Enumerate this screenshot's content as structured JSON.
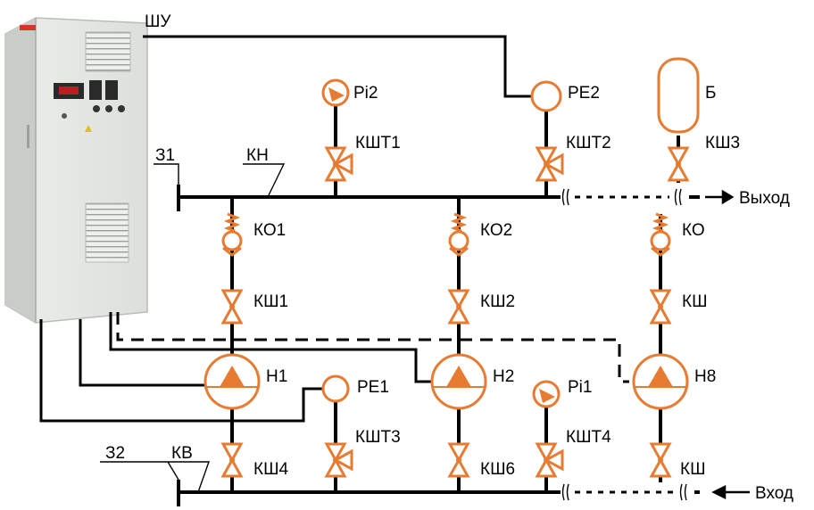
{
  "labels": {
    "shu": "ШУ",
    "z1": "З1",
    "kn": "КН",
    "z2": "З2",
    "kv": "КВ",
    "vyhod": "Выход",
    "vhod": "Вход",
    "pi2": "Pi2",
    "pi1": "Pi1",
    "re2": "РЕ2",
    "re1": "РЕ1",
    "b": "Б",
    "ksht1": "КШТ1",
    "ksht2": "КШТ2",
    "ksht3": "КШТ3",
    "ksht4": "КШТ4",
    "ksh3": "КШ3",
    "ko1": "КО1",
    "ko2": "КО2",
    "ko": "КО",
    "ksh1": "КШ1",
    "ksh2": "КШ2",
    "ksh": "КШ",
    "ksh4": "КШ4",
    "ksh6": "КШ6",
    "ksh_bottom": "КШ",
    "h1": "Н1",
    "h2": "Н2",
    "h8": "Н8"
  },
  "colors": {
    "equipment": "#e77b32",
    "pipe": "#000000",
    "cabinet": "#e6e8e4"
  }
}
